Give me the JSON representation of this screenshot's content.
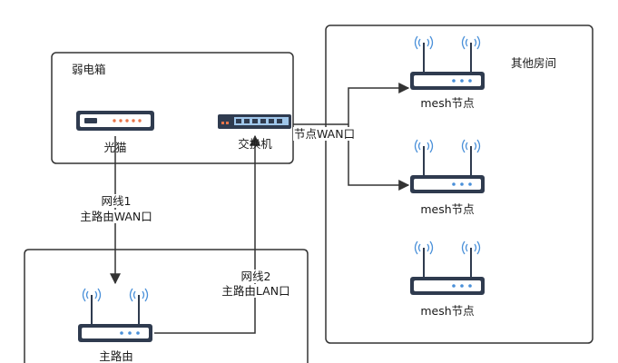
{
  "boxes": {
    "cabinet_title": "弱电箱",
    "rooms_title": "其他房间"
  },
  "devices": {
    "modem_label": "光猫",
    "switch_label": "交换机",
    "main_router_label": "主路由",
    "mesh_labels": [
      "mesh节点",
      "mesh节点",
      "mesh节点"
    ]
  },
  "cables": {
    "cable1_line1": "网线1",
    "cable1_line2": "主路由WAN口",
    "cable2_line1": "网线2",
    "cable2_line2": "主路由LAN口",
    "mesh_port_label": "节点WAN口"
  },
  "colors": {
    "device_body": "#2f3b4f",
    "device_face": "#ffffff",
    "modem_accent": "#e8754a",
    "port_light": "#9fc6ea",
    "wifi_wave": "#4a90d9",
    "line": "#333333"
  }
}
